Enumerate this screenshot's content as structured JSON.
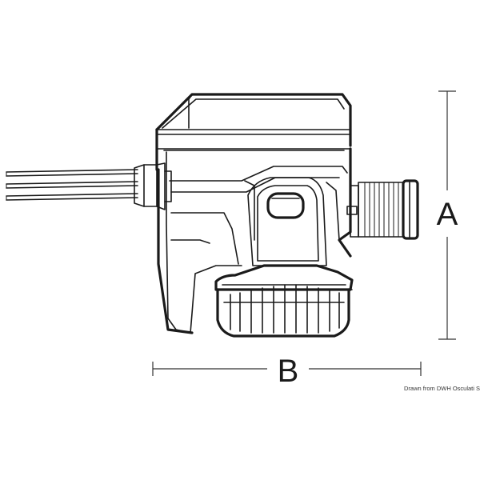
{
  "dimensions": {
    "height_label": "A",
    "width_label": "B"
  },
  "credit": "Drawn from DWH Osculati Srl",
  "colors": {
    "line": "#1a1a1a",
    "background": "#ffffff"
  }
}
